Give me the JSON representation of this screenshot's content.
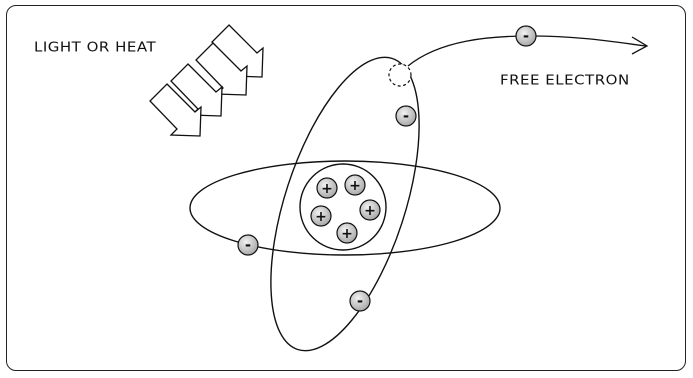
{
  "labels": {
    "incoming_energy": "LIGHT OR HEAT",
    "free_electron": "FREE ELECTRON"
  },
  "nucleus": {
    "proton_sign": "+",
    "proton_count": 5
  },
  "electron": {
    "sign": "-",
    "bound_count": 3,
    "free_count": 1
  },
  "colors": {
    "stroke": "#111111",
    "particle_fill": "#d8d8d8"
  }
}
